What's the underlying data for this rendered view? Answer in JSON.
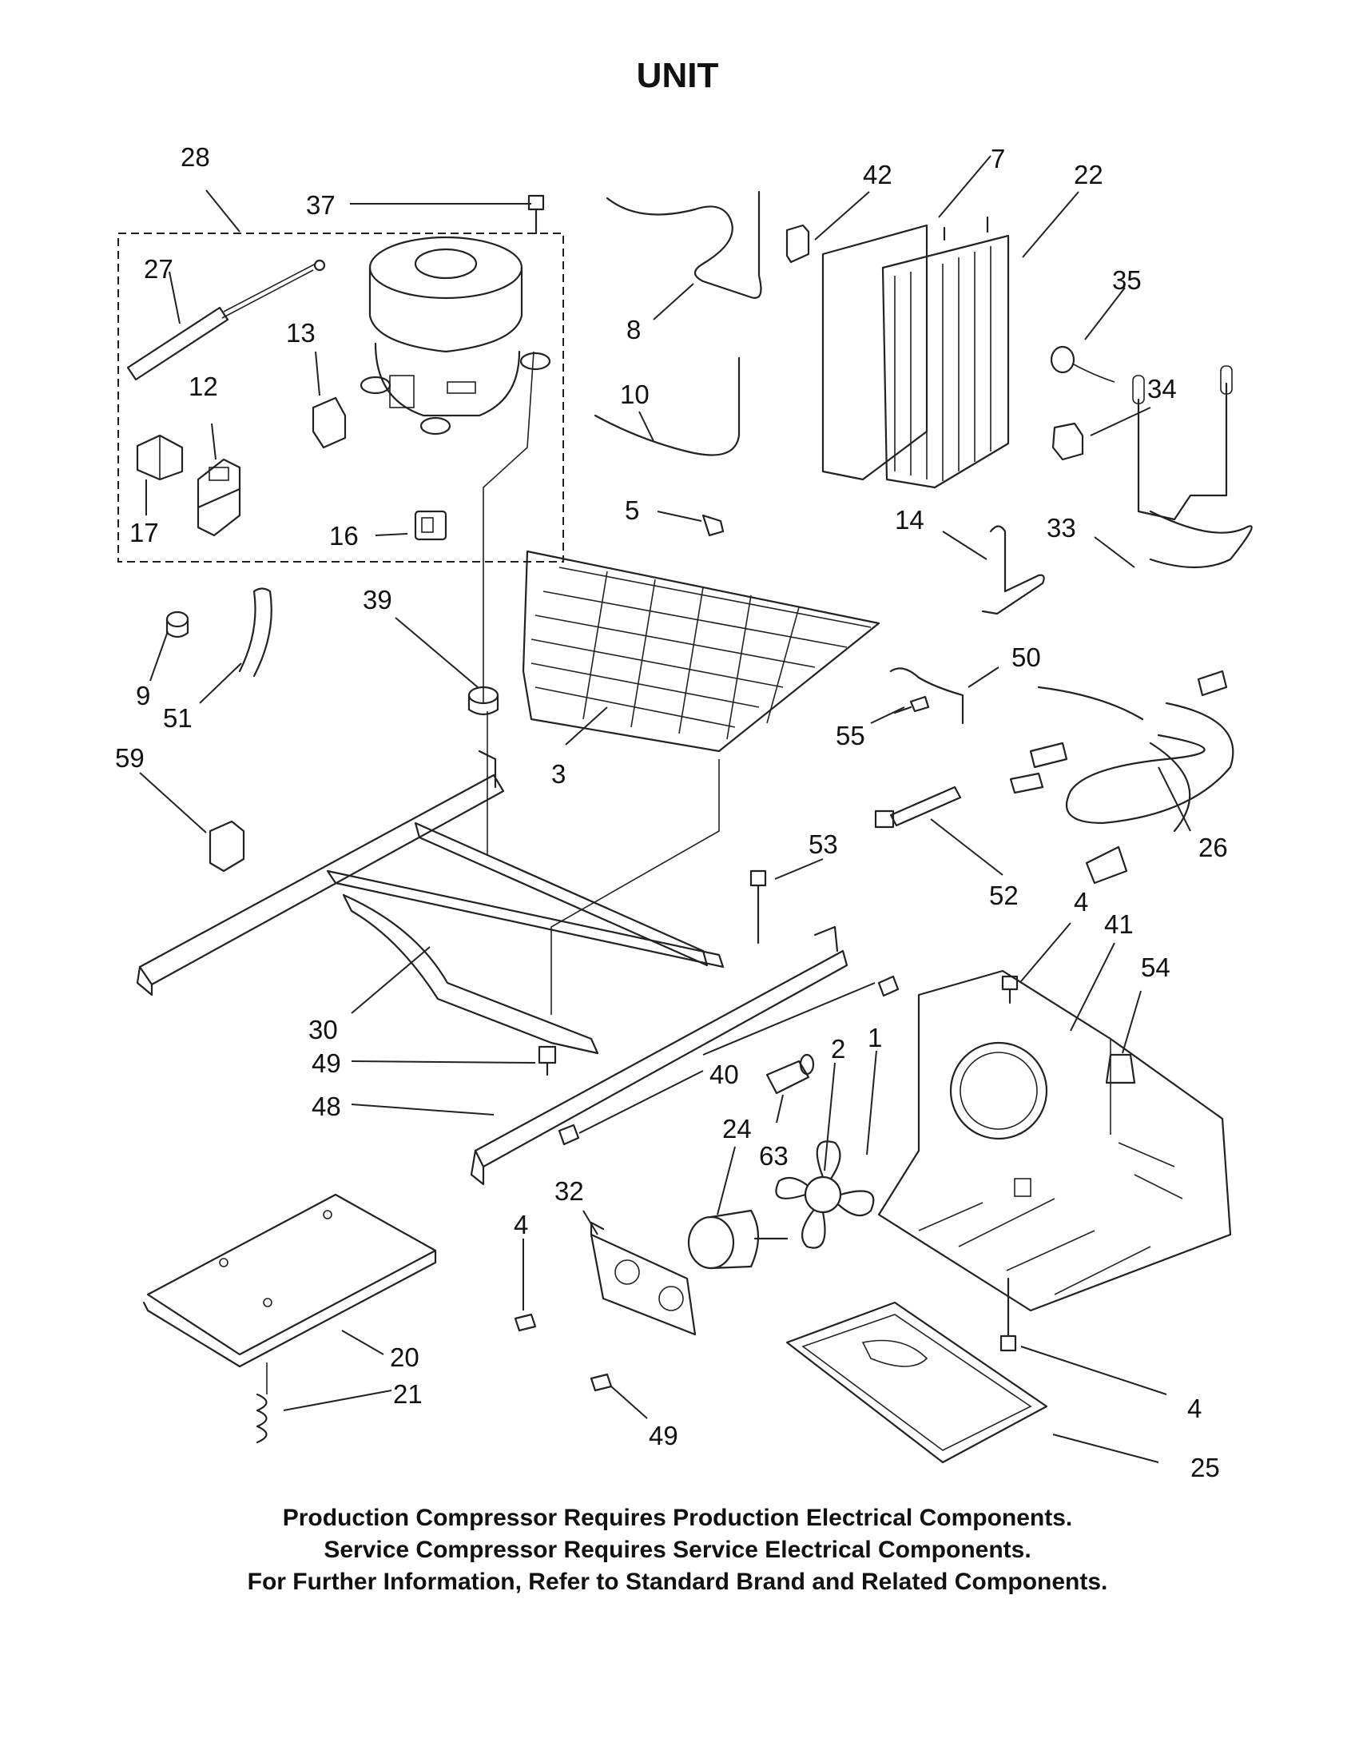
{
  "title": "UNIT",
  "notes": [
    "Production Compressor Requires Production Electrical Components.",
    "Service Compressor Requires Service Electrical Components.",
    "For Further Information, Refer to Standard Brand and Related Components."
  ],
  "callouts": {
    "c28": "28",
    "c37": "37",
    "c27": "27",
    "c13": "13",
    "c12": "12",
    "c17": "17",
    "c16": "16",
    "c8": "8",
    "c10": "10",
    "c42": "42",
    "c7": "7",
    "c22": "22",
    "c35": "35",
    "c34": "34",
    "c5": "5",
    "c14": "14",
    "c33": "33",
    "c39": "39",
    "c9": "9",
    "c51": "51",
    "c3": "3",
    "c50": "50",
    "c55": "55",
    "c59": "59",
    "c26": "26",
    "c52": "52",
    "c53": "53",
    "c4a": "4",
    "c41": "41",
    "c54": "54",
    "c30": "30",
    "c49a": "49",
    "c40": "40",
    "c2": "2",
    "c1": "1",
    "c48": "48",
    "c24": "24",
    "c63": "63",
    "c32": "32",
    "c4b": "4",
    "c20": "20",
    "c21": "21",
    "c49b": "49",
    "c4c": "4",
    "c25": "25"
  }
}
